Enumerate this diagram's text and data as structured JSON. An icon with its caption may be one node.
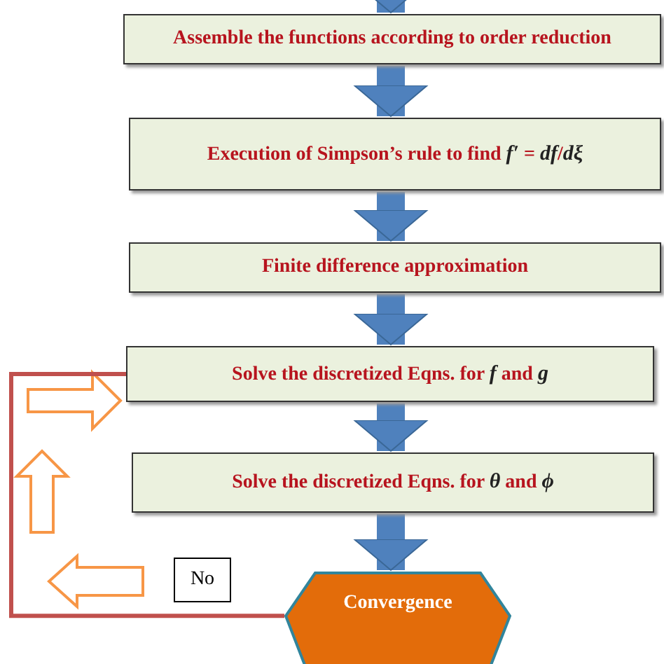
{
  "diagram": {
    "nodes": [
      {
        "text": [
          "Assemble the functions according to order reduction"
        ]
      },
      {
        "text": [
          "Execution of Simpson’s rule to find  *f′* = *df*/*dξ*"
        ]
      },
      {
        "text": [
          "Finite difference approximation"
        ]
      },
      {
        "text": [
          "Solve the discretized Eqns. for  *f* and  *g*"
        ]
      },
      {
        "text": [
          "Solve the discretized Eqns. for *θ* and *ϕ*"
        ]
      },
      {
        "text": [
          "Convergence"
        ]
      }
    ],
    "edges": [
      {
        "from": null,
        "to": 0,
        "arrow": "to"
      },
      {
        "from": 0,
        "to": 1,
        "arrow": "to"
      },
      {
        "from": 1,
        "to": 2,
        "arrow": "to"
      },
      {
        "from": 2,
        "to": 3,
        "arrow": "to"
      },
      {
        "from": 3,
        "to": 4,
        "arrow": "to"
      },
      {
        "from": 4,
        "to": 5,
        "arrow": "to"
      },
      {
        "from": 5,
        "to": 3,
        "arrow": "none",
        "label": "No",
        "color": "#c0504d"
      }
    ]
  }
}
